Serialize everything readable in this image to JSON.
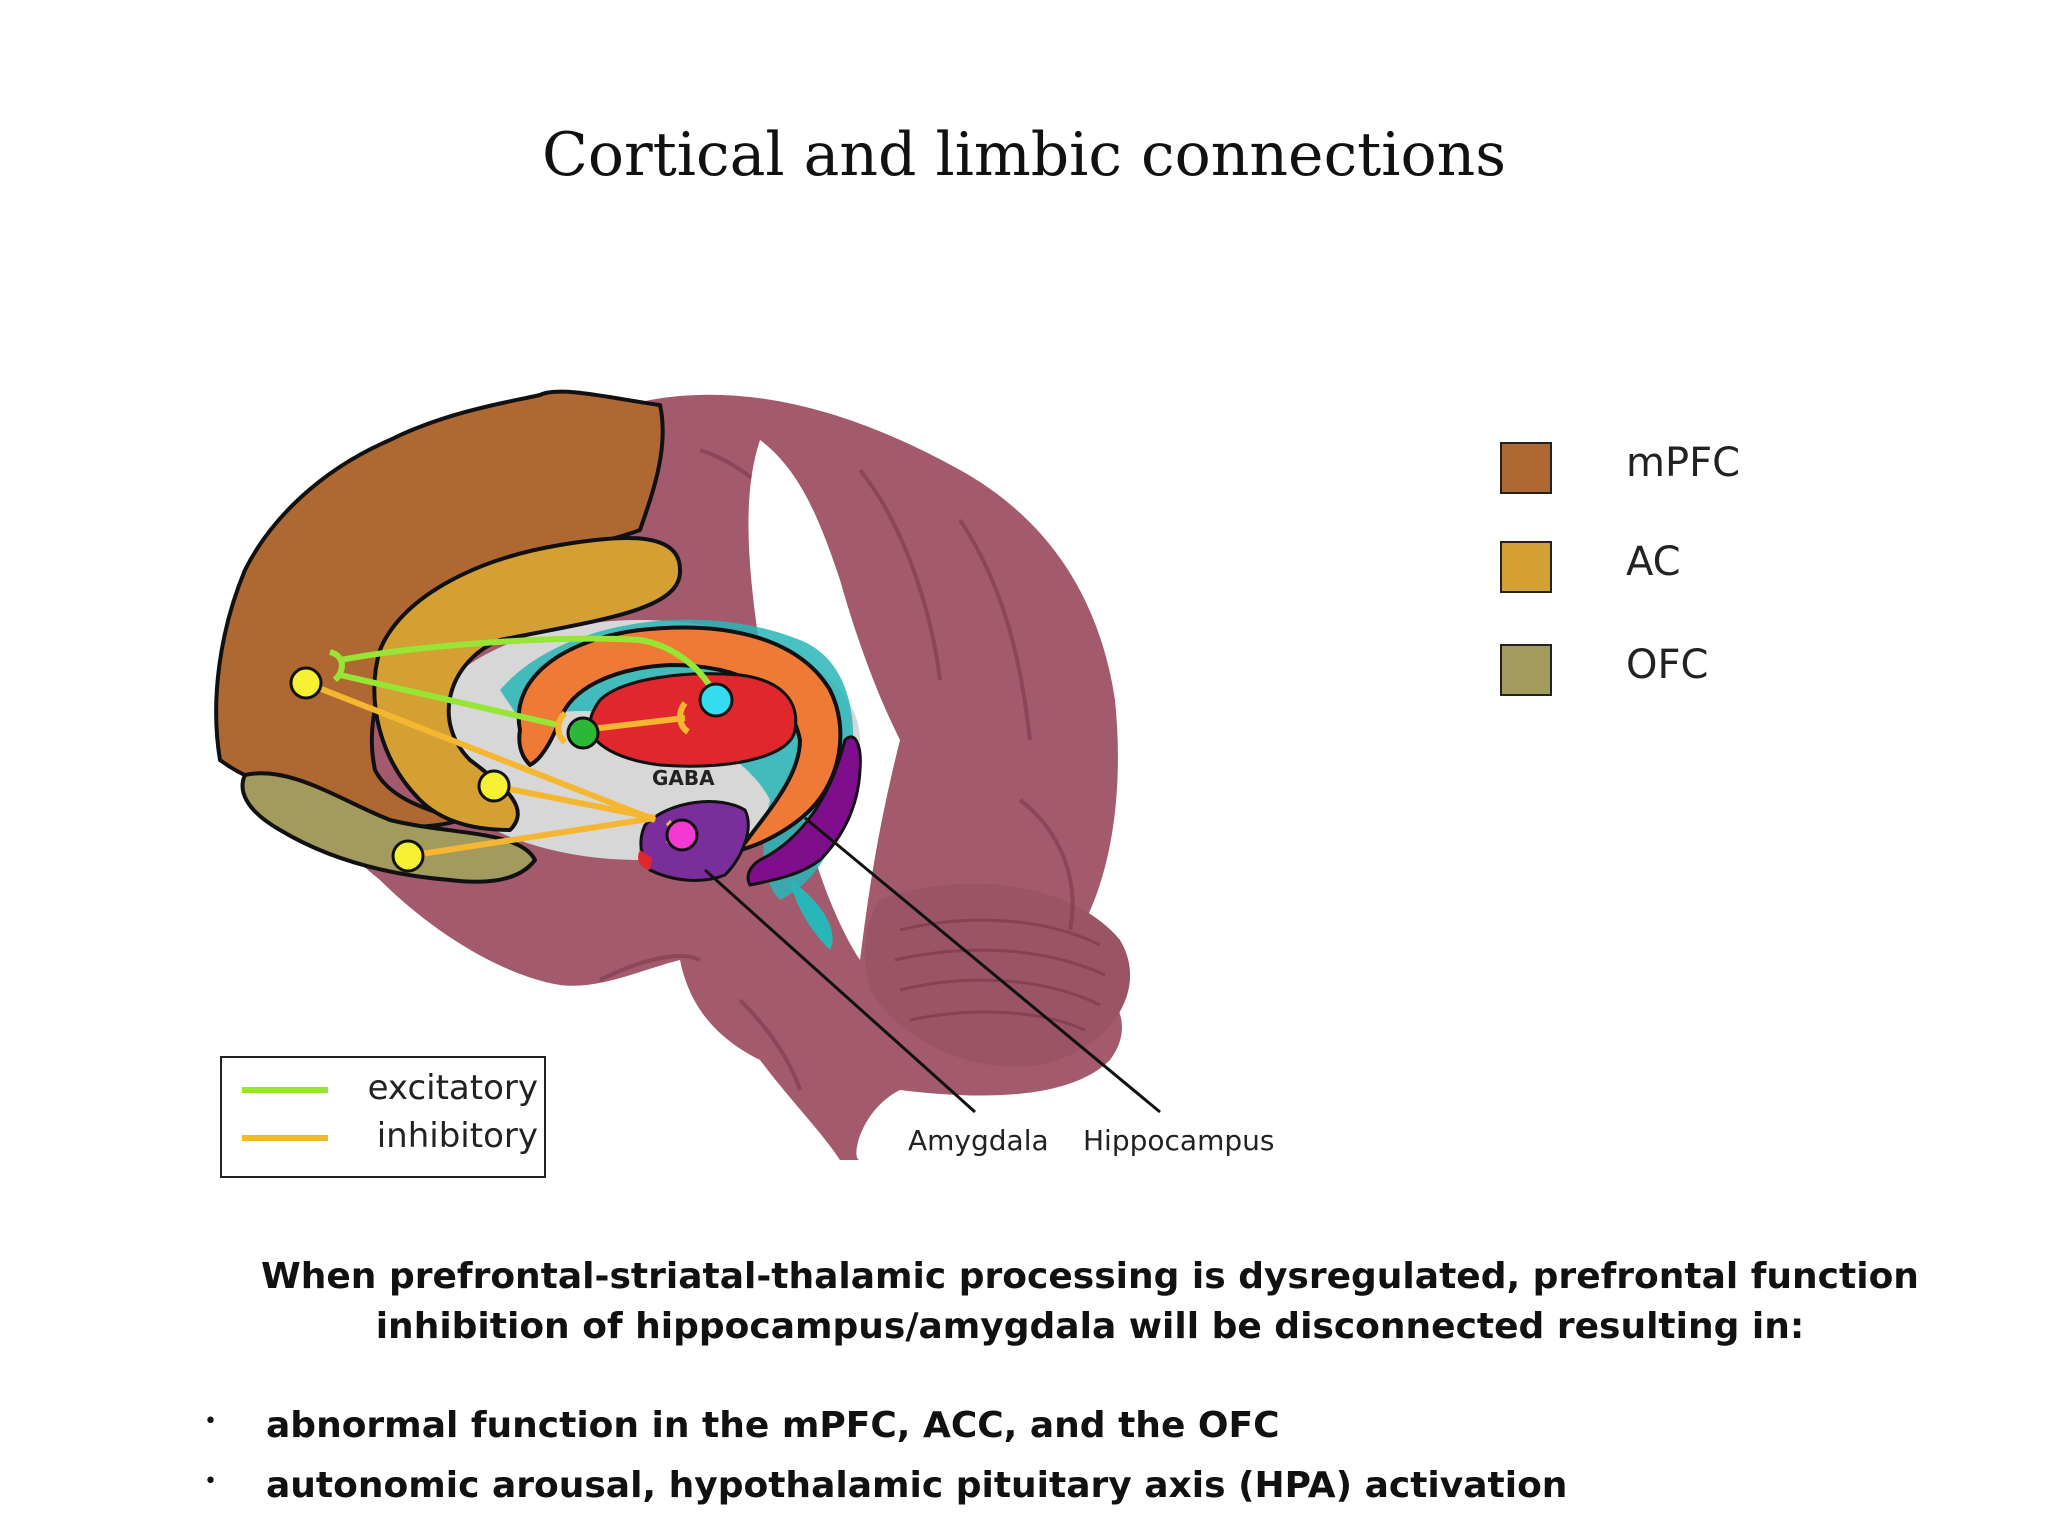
{
  "title": "Cortical and limbic connections",
  "colors": {
    "mpfc": "#b06833",
    "ac": "#d4a033",
    "ofc": "#a39a5e",
    "excitatory": "#97e635",
    "inhibitory": "#f5b731",
    "brain": "#a35a6c",
    "thalamus": "#e0272e",
    "striatum": "#ef7a35",
    "hippocampus": "#7f0e8c",
    "amygdala": "#7a2e9c",
    "ventricle": "#29b6b9"
  },
  "region_legend": [
    {
      "label": "mPFC",
      "color": "#b06833"
    },
    {
      "label": "AC",
      "color": "#d4a033"
    },
    {
      "label": "OFC",
      "color": "#a39a5e"
    }
  ],
  "line_legend": [
    {
      "label": "excitatory",
      "color": "#97e635"
    },
    {
      "label": "inhibitory",
      "color": "#f5b731"
    }
  ],
  "structure_labels": {
    "gaba": "GABA",
    "amygdala": "Amygdala",
    "hippocampus": "Hippocampus"
  },
  "caption": "When prefrontal-striatal-thalamic processing is  dysregulated, prefrontal function inhibition of hippocampus/amygdala will be disconnected resulting in:",
  "bullets": [
    "abnormal function in the mPFC, ACC, and the OFC",
    "autonomic arousal, hypothalamic pituitary axis (HPA) activation"
  ]
}
